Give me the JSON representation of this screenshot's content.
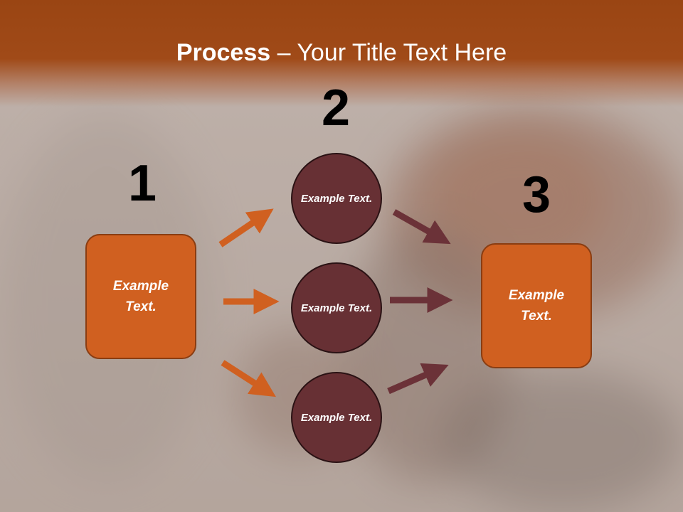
{
  "title": {
    "bold": "Process",
    "rest": " – Your Title Text Here"
  },
  "steps": {
    "one": "1",
    "two": "2",
    "three": "3"
  },
  "left_box": {
    "text": "Example Text."
  },
  "right_box": {
    "text": "Example Text."
  },
  "circles": [
    {
      "text": "Example Text."
    },
    {
      "text": "Example Text."
    },
    {
      "text": "Example Text."
    }
  ],
  "colors": {
    "header": "#9a4513",
    "box": "#d06020",
    "circle": "#673034",
    "arrow_left": "#d06020",
    "arrow_right": "#6b3238"
  }
}
